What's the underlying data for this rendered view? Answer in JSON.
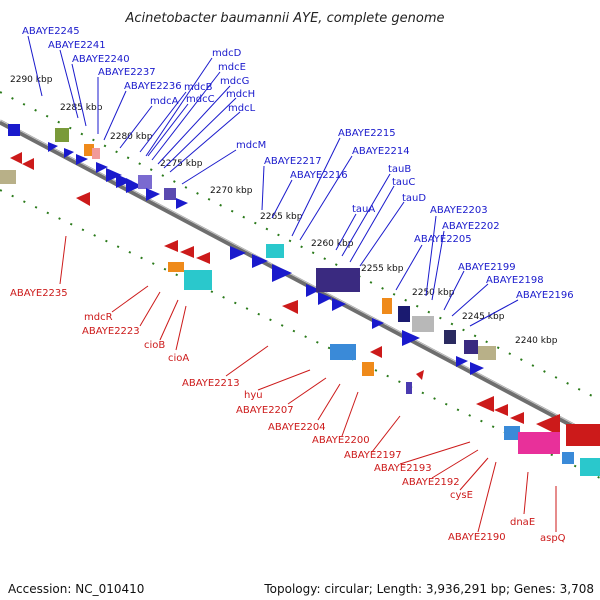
{
  "title": "Acinetobacter baumannii AYE, complete genome",
  "footer": {
    "accession": "Accession: NC_010410",
    "topology": "Topology: circular; Length: 3,936,291 bp; Genes: 3,708"
  },
  "colors": {
    "forward": "#1a1acc",
    "reverse": "#cc1a1a",
    "backbone": "#6e6e6e",
    "tick_track": "#2a7a1a"
  },
  "kbp_ticks": [
    "2290 kbp",
    "2285 kbp",
    "2280 kbp",
    "2275 kbp",
    "2270 kbp",
    "2265 kbp",
    "2260 kbp",
    "2255 kbp",
    "2250 kbp",
    "2245 kbp",
    "2240 kbp"
  ],
  "forward_labels": [
    "ABAYE2245",
    "ABAYE2241",
    "ABAYE2240",
    "ABAYE2237",
    "ABAYE2236",
    "mdcA",
    "mdcB",
    "mdcC",
    "mdcD",
    "mdcE",
    "mdcG",
    "mdcH",
    "mdcL",
    "mdcM",
    "ABAYE2217",
    "ABAYE2216",
    "ABAYE2215",
    "ABAYE2214",
    "tauA",
    "tauB",
    "tauC",
    "tauD",
    "ABAYE2205",
    "ABAYE2203",
    "ABAYE2202",
    "ABAYE2199",
    "ABAYE2198",
    "ABAYE2196"
  ],
  "reverse_labels": [
    "ABAYE2235",
    "mdcR",
    "ABAYE2223",
    "cioB",
    "cioA",
    "ABAYE2213",
    "hyu",
    "ABAYE2207",
    "ABAYE2204",
    "ABAYE2200",
    "ABAYE2197",
    "ABAYE2193",
    "ABAYE2192",
    "cysE",
    "ABAYE2190",
    "dnaE",
    "aspQ"
  ]
}
